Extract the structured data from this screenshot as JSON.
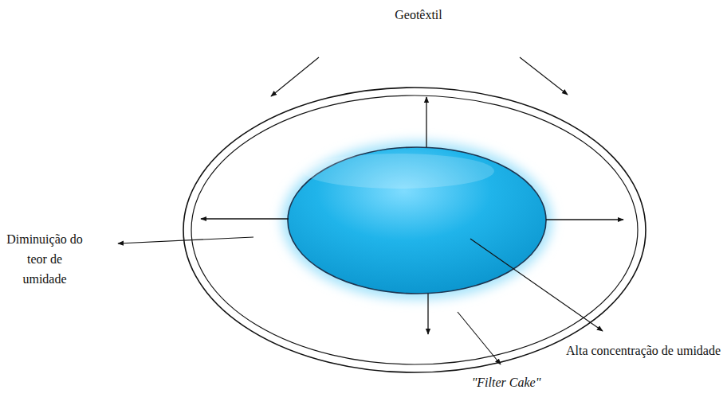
{
  "diagram": {
    "labels": [
      "Geotêxtil",
      "Diminuição do teor de umidade",
      "Alta concentração de umidade",
      "\"Filter Cake\""
    ]
  }
}
